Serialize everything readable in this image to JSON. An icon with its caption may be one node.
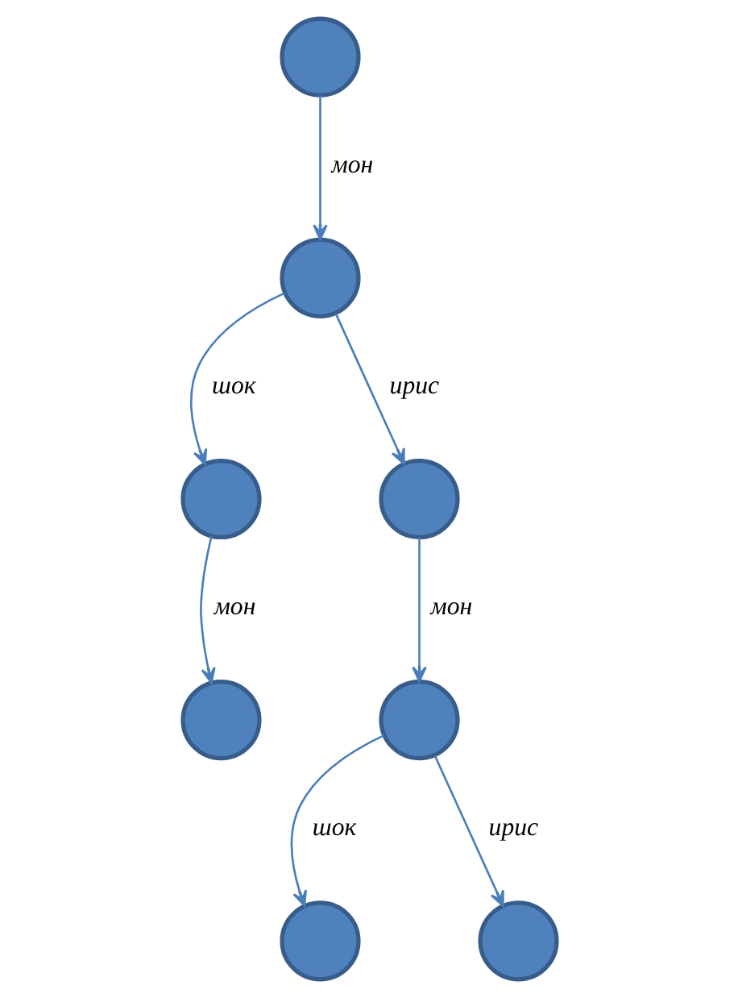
{
  "diagram": {
    "nodes": [
      {
        "text": [],
        "shape": "circle"
      },
      {
        "text": [],
        "shape": "circle"
      },
      {
        "text": [],
        "shape": "circle"
      },
      {
        "text": [],
        "shape": "circle"
      },
      {
        "text": [],
        "shape": "circle"
      },
      {
        "text": [],
        "shape": "circle"
      },
      {
        "text": [],
        "shape": "circle"
      },
      {
        "text": [],
        "shape": "circle"
      }
    ],
    "edges": [
      {
        "from": 0,
        "to": 1,
        "arrow": "to",
        "label": "мон"
      },
      {
        "from": 1,
        "to": 2,
        "arrow": "to",
        "label": "шок"
      },
      {
        "from": 1,
        "to": 3,
        "arrow": "to",
        "label": "ирис"
      },
      {
        "from": 2,
        "to": 4,
        "arrow": "to",
        "label": "мон"
      },
      {
        "from": 3,
        "to": 5,
        "arrow": "to",
        "label": "мон"
      },
      {
        "from": 5,
        "to": 6,
        "arrow": "to",
        "label": "шок"
      },
      {
        "from": 5,
        "to": 7,
        "arrow": "to",
        "label": "ирис"
      }
    ]
  }
}
